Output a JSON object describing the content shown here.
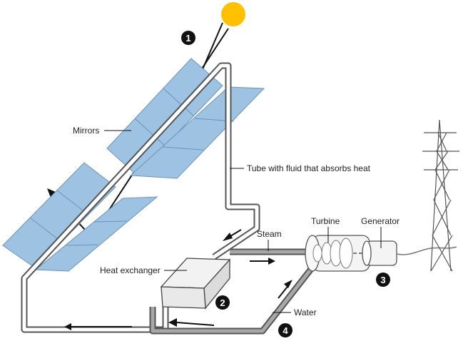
{
  "labels": {
    "mirrors": "Mirrors",
    "tube": "Tube with fluid that absorbs heat",
    "steam": "Steam",
    "turbine": "Turbine",
    "generator": "Generator",
    "heat_exchanger": "Heat exchanger",
    "water": "Water"
  },
  "steps": [
    "1",
    "2",
    "3",
    "4"
  ],
  "colors": {
    "sun": "#FFC000",
    "mirror_fill": "#9EC3E2",
    "mirror_stroke": "#6B93B8",
    "badge": "#111111",
    "pipe": "#9A9A9A"
  }
}
